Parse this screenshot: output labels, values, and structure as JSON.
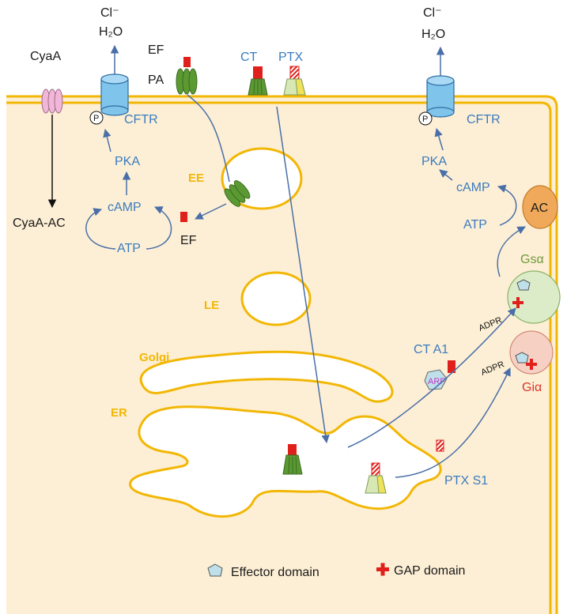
{
  "diagram": {
    "top_left": {
      "cl": "Cl⁻",
      "h2o": "H₂O",
      "cyaa": "CyaA",
      "ef": "EF",
      "pa": "PA",
      "cftr": "CFTR",
      "p": "P",
      "pka": "PKA",
      "camp": "cAMP",
      "atp": "ATP",
      "cyaa_ac": "CyaA-AC",
      "ef2": "EF"
    },
    "top_center": {
      "ct": "CT",
      "ptx": "PTX"
    },
    "top_right": {
      "cl": "Cl⁻",
      "h2o": "H₂O",
      "cftr": "CFTR",
      "p": "P",
      "pka": "PKA",
      "camp": "cAMP",
      "atp": "ATP",
      "ac": "AC",
      "gs": "Gsα",
      "gi": "Giα",
      "adpr1": "ADPR",
      "adpr2": "ADPR"
    },
    "organelles": {
      "ee": "EE",
      "le": "LE",
      "golgi": "Golgi",
      "er": "ER"
    },
    "toxins": {
      "ct_a1": "CT A1",
      "arf": "ARF",
      "ptx_s1": "PTX S1"
    },
    "legend": {
      "effector": "Effector domain",
      "gap": "GAP domain"
    }
  },
  "colors": {
    "cytoplasm": "#fdefd5",
    "membrane": "#f2b705",
    "text_blue": "#3a7bbf",
    "arrow": "#4a6fa8",
    "toxin_red": "#e0201b",
    "pore_green": "#5b9a33",
    "cftr_blue": "#7fc4ea",
    "ac_orange": "#f0a95a",
    "gs_green": "#dcecc9",
    "gi_pink": "#f7d0c4"
  }
}
